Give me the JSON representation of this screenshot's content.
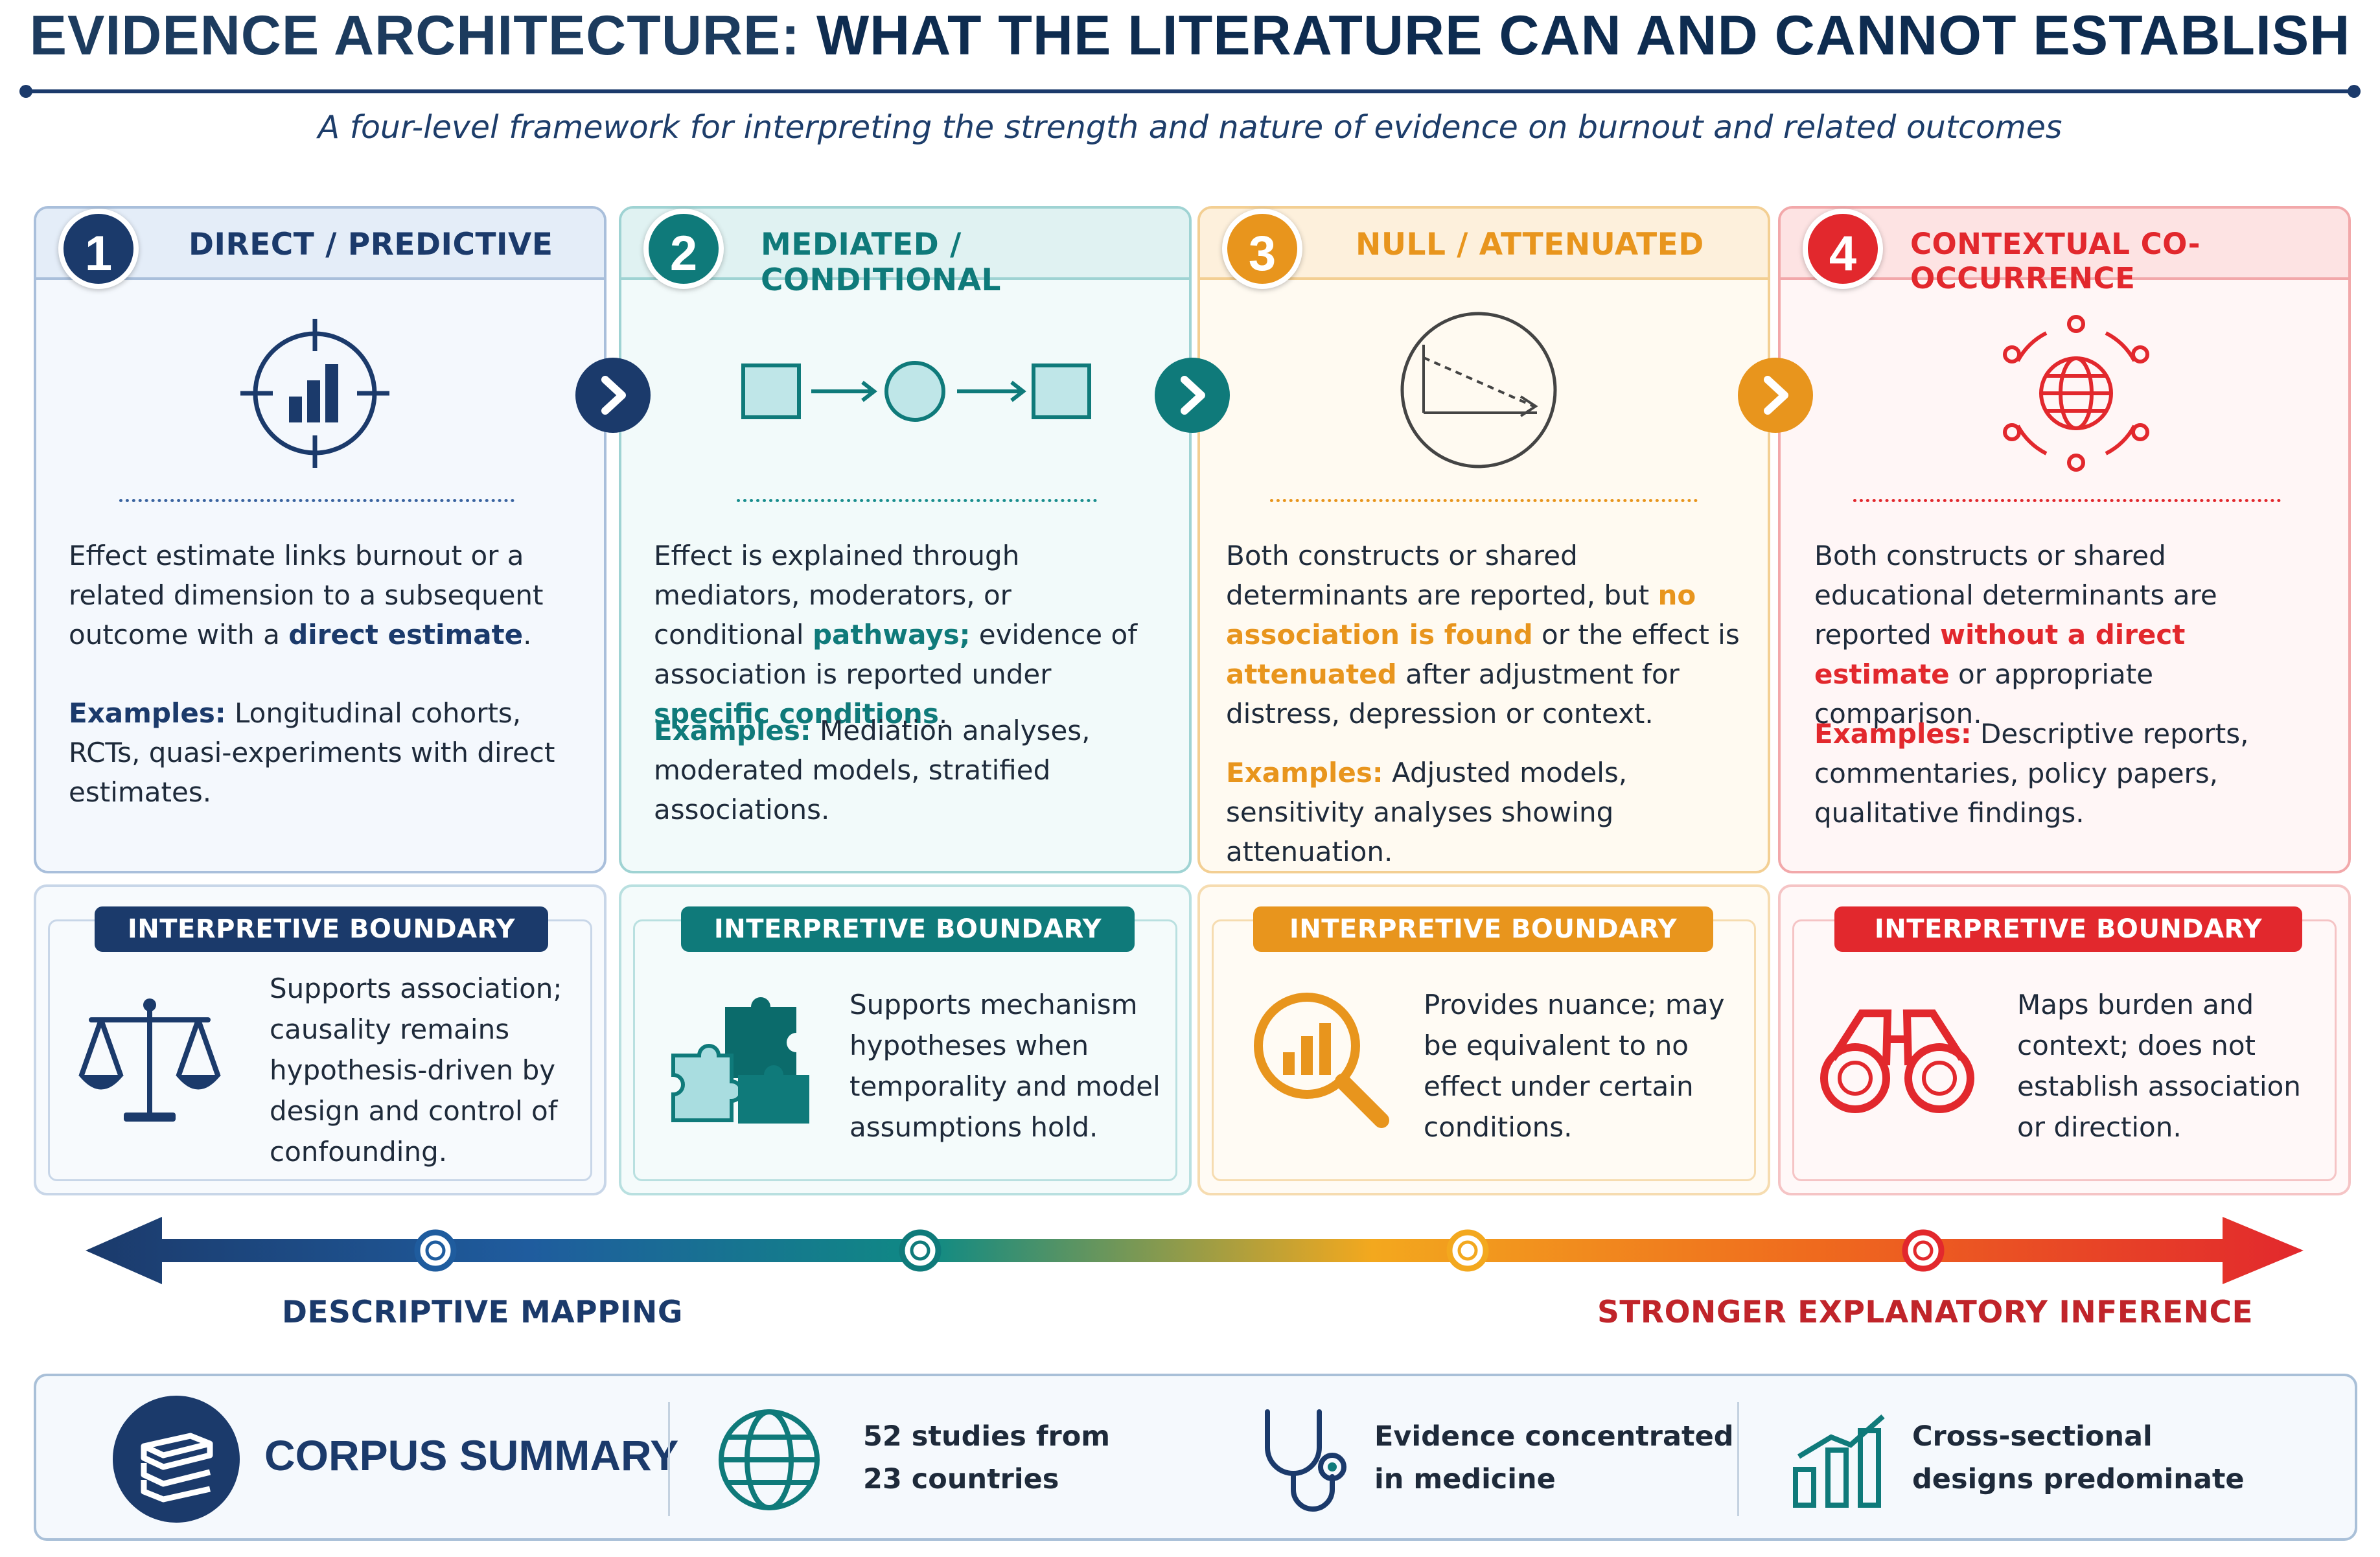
{
  "header": {
    "title_part1": "EVIDENCE ARCHITECTURE:",
    "title_part2": "WHAT THE LITERATURE CAN AND CANNOT ESTABLISH",
    "subtitle": "A four-level framework for interpreting the strength and nature of evidence on burnout and related outcomes"
  },
  "colors": {
    "navy": "#1b3a6b",
    "teal": "#0f7a7a",
    "orange": "#e8951d",
    "red": "#e2282d"
  },
  "levels": [
    {
      "number": "1",
      "title": "DIRECT / PREDICTIVE",
      "icon": "target-chart-icon",
      "desc_1": "Effect estimate links burnout or a related dimension to a subsequent outcome with a ",
      "desc_h1": "direct estimate",
      "desc_2": ".",
      "ex_label": "Examples:",
      "ex_text": " Longitudinal cohorts, RCTs, quasi-experiments with direct estimates.",
      "boundary_label": "INTERPRETIVE BOUNDARY",
      "boundary_icon": "scales-icon",
      "boundary_text": "Supports association; causality remains hypothesis-driven by design and control of confounding."
    },
    {
      "number": "2",
      "title": "MEDIATED / CONDITIONAL",
      "icon": "pathway-icon",
      "desc_1": "Effect is explained through mediators, moderators, or conditional ",
      "desc_h1": "pathways;",
      "desc_2": " evidence of association is reported under ",
      "desc_h2": "specific conditions",
      "desc_3": ".",
      "ex_label": "Examples:",
      "ex_text": " Mediation analyses, moderated models, stratified associations.",
      "boundary_label": "INTERPRETIVE BOUNDARY",
      "boundary_icon": "puzzle-icon",
      "boundary_text": "Supports mechanism hypotheses when temporality and model assumptions hold."
    },
    {
      "number": "3",
      "title": "NULL / ATTENUATED",
      "icon": "attenuation-icon",
      "desc_1": "Both constructs or shared determinants are reported, but ",
      "desc_h1": "no association is found",
      "desc_2": " or the effect is ",
      "desc_h2": "attenuated",
      "desc_3": " after adjustment for distress, depression or context.",
      "ex_label": "Examples:",
      "ex_text": " Adjusted models, sensitivity analyses showing attenuation.",
      "boundary_label": "INTERPRETIVE BOUNDARY",
      "boundary_icon": "magnifier-chart-icon",
      "boundary_text": "Provides nuance; may be equivalent to no effect under certain conditions."
    },
    {
      "number": "4",
      "title": "CONTEXTUAL CO-OCCURRENCE",
      "icon": "globe-network-icon",
      "desc_1": "Both constructs or shared educational determinants are reported ",
      "desc_h1": "without a direct estimate",
      "desc_2": " or appropriate comparison.",
      "ex_label": "Examples:",
      "ex_text": " Descriptive reports, commentaries, policy papers, qualitative findings.",
      "boundary_label": "INTERPRETIVE BOUNDARY",
      "boundary_icon": "binoculars-icon",
      "boundary_text": "Maps burden and context; does not establish association or direction."
    }
  ],
  "spectrum": {
    "left_label": "DESCRIPTIVE MAPPING",
    "right_label": "STRONGER EXPLANATORY INFERENCE"
  },
  "corpus": {
    "title": "CORPUS SUMMARY",
    "items": [
      {
        "icon": "globe-icon",
        "text": "52 studies from 23 countries"
      },
      {
        "icon": "stethoscope-icon",
        "text": "Evidence concentrated in medicine"
      },
      {
        "icon": "bar-chart-icon",
        "text": "Cross-sectional designs predominate"
      }
    ]
  }
}
